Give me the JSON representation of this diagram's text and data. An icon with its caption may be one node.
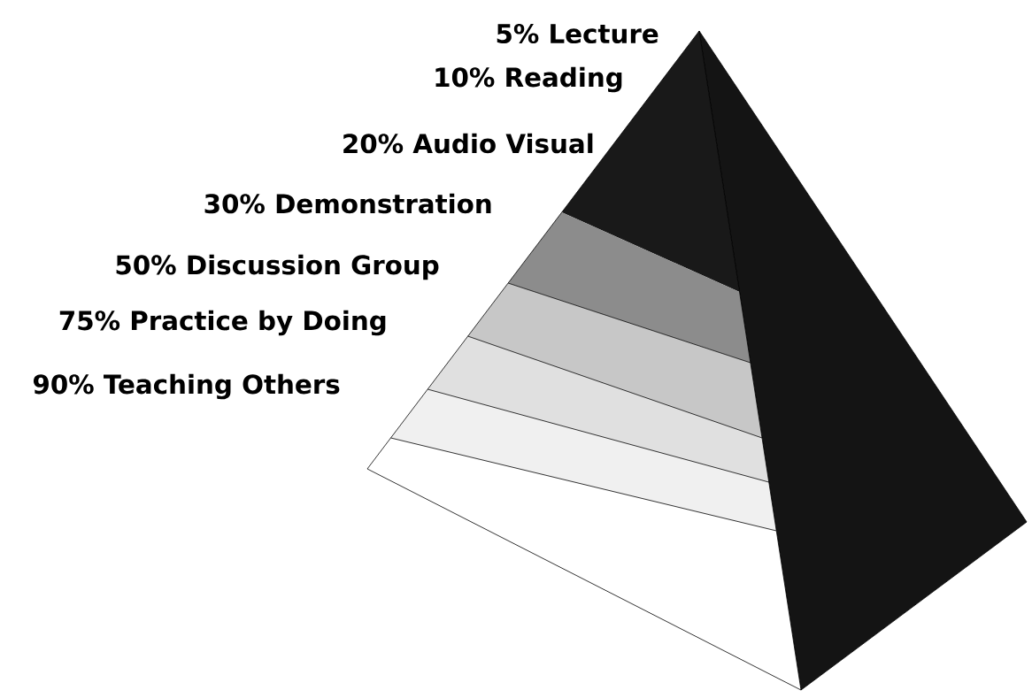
{
  "diagram": {
    "labels": [
      "5% Lecture",
      "10% Reading",
      "20% Audio Visual",
      "30% Demonstration",
      "50% Discussion Group",
      "75% Practice by Doing",
      "90% Teaching Others"
    ]
  }
}
